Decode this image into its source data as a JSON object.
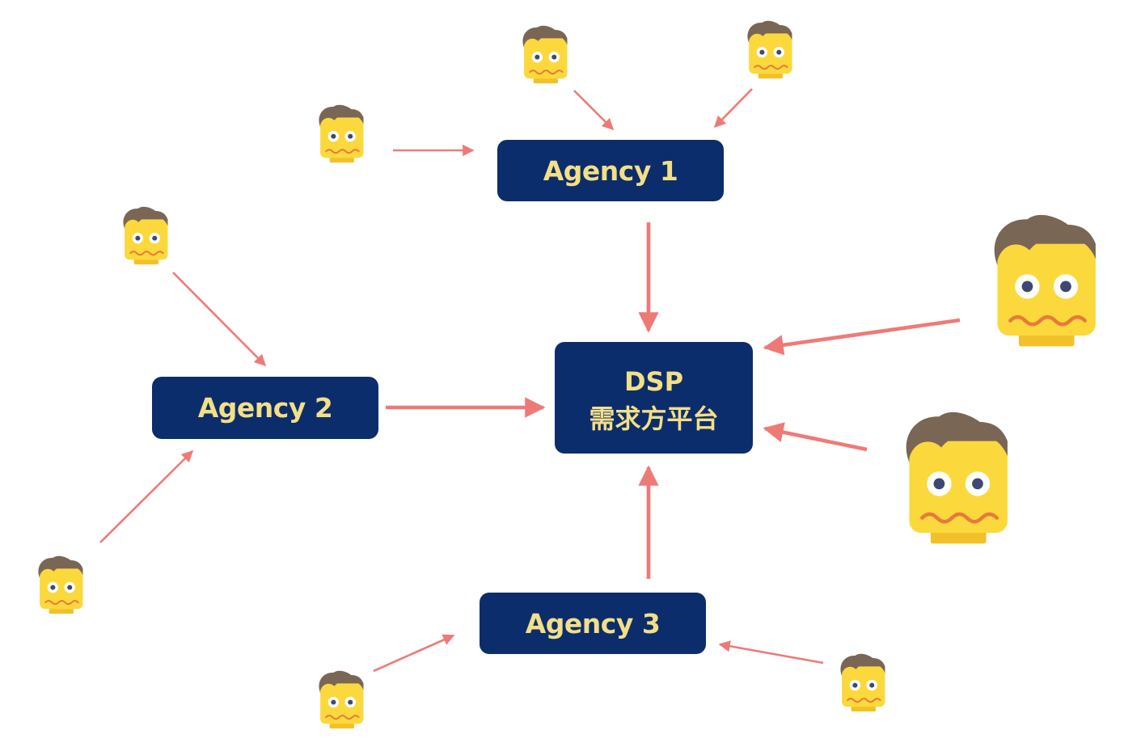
{
  "colors": {
    "box_fill": "#0c2d6b",
    "box_text": "#f3df86",
    "arrow": "#ee7a78",
    "face": "#fbd93c",
    "hair": "#7a6654",
    "chin": "#f2c12a",
    "mouth": "#e87a3a",
    "eye_iris": "#3e4870"
  },
  "nodes": {
    "agency_1": {
      "label": "Agency 1"
    },
    "agency_2": {
      "label": "Agency 2"
    },
    "agency_3": {
      "label": "Agency 3"
    },
    "dsp": {
      "label_line1": "DSP",
      "label_line2": "需求方平台"
    }
  },
  "icons": {
    "person": "worried-person-icon"
  },
  "edges": [
    {
      "from": "person-1",
      "to": "agency_1"
    },
    {
      "from": "person-2",
      "to": "agency_1"
    },
    {
      "from": "person-3",
      "to": "agency_1"
    },
    {
      "from": "person-4",
      "to": "agency_2"
    },
    {
      "from": "person-5",
      "to": "agency_2"
    },
    {
      "from": "person-6",
      "to": "agency_3"
    },
    {
      "from": "person-7",
      "to": "agency_3"
    },
    {
      "from": "agency_1",
      "to": "dsp"
    },
    {
      "from": "agency_2",
      "to": "dsp"
    },
    {
      "from": "agency_3",
      "to": "dsp"
    },
    {
      "from": "person-8",
      "to": "dsp"
    },
    {
      "from": "person-9",
      "to": "dsp"
    }
  ]
}
